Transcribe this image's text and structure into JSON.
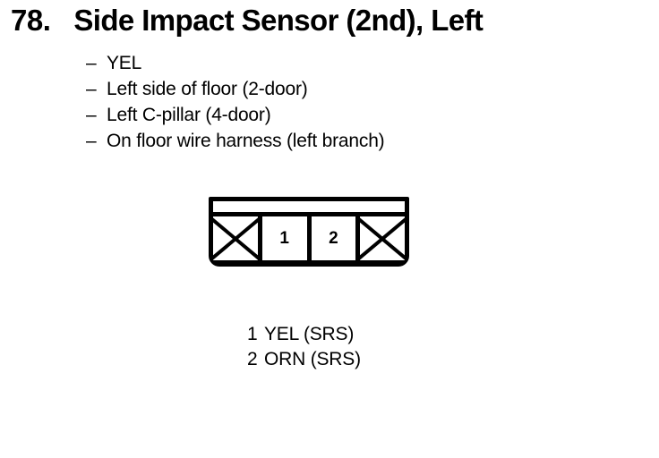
{
  "page": {
    "background_color": "#ffffff",
    "text_color": "#000000"
  },
  "header": {
    "item_number": "78.",
    "title": "Side Impact Sensor (2nd), Left"
  },
  "specs": [
    {
      "dash": "–",
      "label": "YEL"
    },
    {
      "dash": "–",
      "label": "Left side of floor (2-door)"
    },
    {
      "dash": "–",
      "label": "Left C-pillar (4-door)"
    },
    {
      "dash": "–",
      "label": "On floor wire harness (left branch)"
    }
  ],
  "connector": {
    "cells": [
      {
        "label": "",
        "blank": true
      },
      {
        "label": "1",
        "blank": false
      },
      {
        "label": "2",
        "blank": false
      },
      {
        "label": "",
        "blank": true
      }
    ]
  },
  "pins": [
    {
      "number": "1",
      "description": "YEL (SRS)"
    },
    {
      "number": "2",
      "description": "ORN (SRS)"
    }
  ]
}
